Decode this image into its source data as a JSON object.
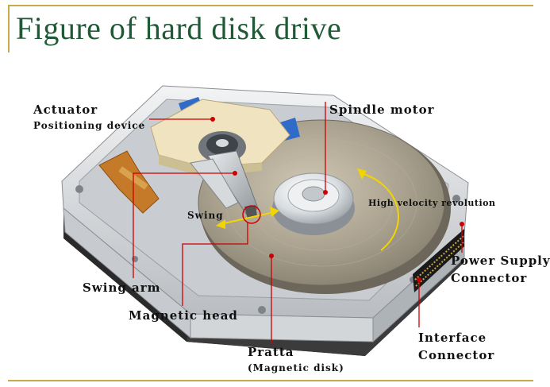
{
  "title": "Figure of hard disk drive",
  "labels": {
    "actuator": "Actuator",
    "positioning_device": "Positioning device",
    "spindle_motor": "Spindle motor",
    "swing": "Swing",
    "high_velocity_revolution": "High velocity revolution",
    "power_supply": "Power Supply",
    "power_supply_connector": "Connector",
    "swing_arm": "Swing arm",
    "magnetic_head": "Magnetic head",
    "interface": "Interface",
    "interface_connector": "Connector",
    "pratta": "Pratta",
    "magnetic_disk": "(Magnetic disk)"
  },
  "colors": {
    "title": "#1f5a36",
    "frame": "#c9a94a",
    "callout": "#cc0000",
    "arrow": "#f2d400",
    "casing": "#e4e6e8",
    "platter": "#a8a08e",
    "actuator_cream": "#efe3c0",
    "blue_parts": "#2f6cc9",
    "flex_cable": "#c57a2a"
  }
}
